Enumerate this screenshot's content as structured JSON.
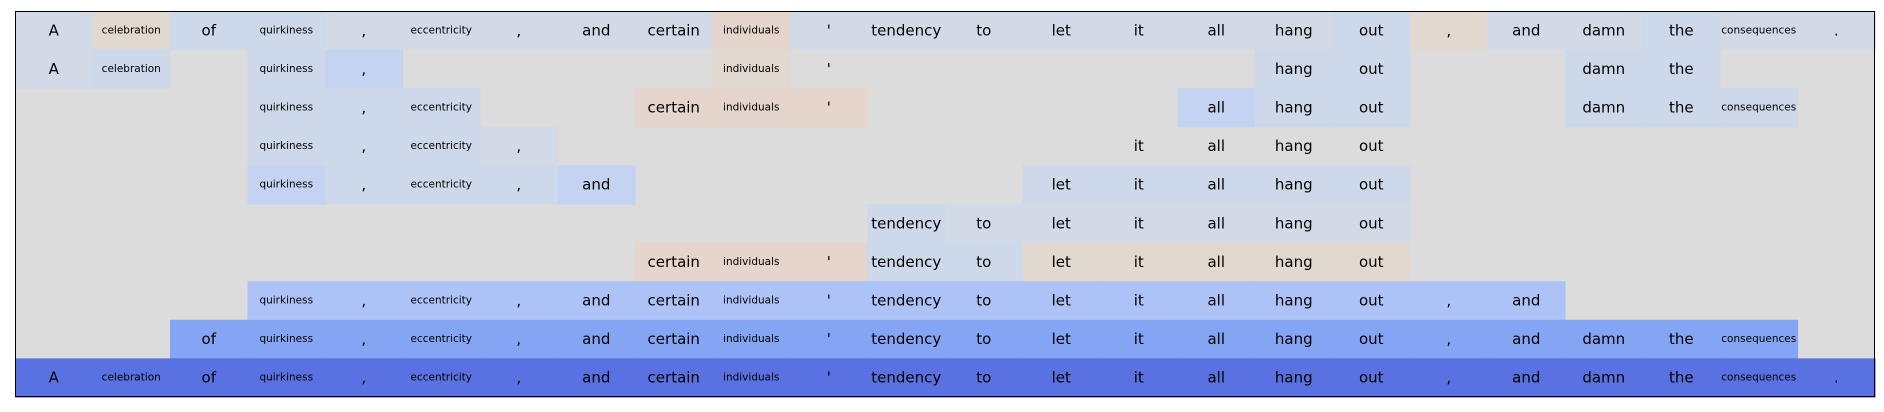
{
  "chart_data": {
    "type": "heatmap",
    "title": "",
    "xlabel": "",
    "ylabel": "",
    "grid": false,
    "tokens": [
      "A",
      "celebration",
      "of",
      "quirkiness",
      ",",
      "eccentricity",
      ",",
      "and",
      "certain",
      "individuals",
      "'",
      "tendency",
      "to",
      "let",
      "it",
      "all",
      "hang",
      "out",
      ",",
      "and",
      "damn",
      "the",
      "consequences",
      "."
    ],
    "small_tokens": [
      "celebration",
      "quirkiness",
      "eccentricity",
      "individuals",
      "consequences"
    ],
    "background_color": "#dcdcdc",
    "colors": {
      "n": "#dcdcdc",
      "t": "#e1d8d0",
      "p": "#e5d5cc",
      "g": "#d3dae7",
      "s": "#cdd8ea",
      "l": "#c3d3f1",
      "m": "#adc3f7",
      "d": "#84a4f4",
      "x": "#5a72e1"
    },
    "rows": [
      {
        "tokens": [
          "A",
          "celebration",
          "of",
          "quirkiness",
          ",",
          "eccentricity",
          ",",
          "and",
          "certain",
          "individuals",
          "'",
          "tendency",
          "to",
          "let",
          "it",
          "all",
          "hang",
          "out",
          ",",
          "and",
          "damn",
          "the",
          "consequences",
          "."
        ],
        "cells": [
          "g",
          "t",
          "s",
          "s",
          "g",
          "g",
          "g",
          "g",
          "g",
          "p",
          "g",
          "g",
          "g",
          "g",
          "g",
          "g",
          "g",
          "s",
          "t",
          "g",
          "g",
          "s",
          "g",
          "g"
        ]
      },
      {
        "tokens": [
          "A",
          "celebration",
          "",
          "quirkiness",
          ",",
          "",
          "",
          "",
          "",
          "individuals",
          "'",
          "",
          "",
          "",
          "",
          "",
          "hang",
          "out",
          "",
          "",
          "damn",
          "the",
          "",
          ""
        ],
        "cells": [
          "g",
          "s",
          "n",
          "s",
          "l",
          "n",
          "n",
          "n",
          "n",
          "t",
          "n",
          "n",
          "n",
          "n",
          "n",
          "n",
          "s",
          "s",
          "n",
          "n",
          "s",
          "s",
          "n",
          "n"
        ]
      },
      {
        "tokens": [
          "",
          "",
          "",
          "quirkiness",
          ",",
          "eccentricity",
          "",
          "",
          "certain",
          "individuals",
          "'",
          "",
          "",
          "",
          "",
          "all",
          "hang",
          "out",
          "",
          "",
          "damn",
          "the",
          "consequences",
          ""
        ],
        "cells": [
          "n",
          "n",
          "n",
          "s",
          "s",
          "s",
          "n",
          "n",
          "p",
          "p",
          "p",
          "n",
          "n",
          "n",
          "n",
          "l",
          "s",
          "s",
          "n",
          "n",
          "s",
          "s",
          "s",
          "n"
        ]
      },
      {
        "tokens": [
          "",
          "",
          "",
          "quirkiness",
          ",",
          "eccentricity",
          ",",
          "",
          "",
          "",
          "",
          "",
          "",
          "",
          "it",
          "all",
          "hang",
          "out",
          "",
          "",
          "",
          "",
          "",
          ""
        ],
        "cells": [
          "n",
          "n",
          "n",
          "s",
          "s",
          "s",
          "g",
          "n",
          "n",
          "n",
          "n",
          "n",
          "n",
          "n",
          "n",
          "n",
          "n",
          "n",
          "n",
          "n",
          "n",
          "n",
          "n",
          "n"
        ]
      },
      {
        "tokens": [
          "",
          "",
          "",
          "quirkiness",
          ",",
          "eccentricity",
          ",",
          "and",
          "",
          "",
          "",
          "",
          "",
          "let",
          "it",
          "all",
          "hang",
          "out",
          "",
          "",
          "",
          "",
          "",
          ""
        ],
        "cells": [
          "n",
          "n",
          "n",
          "l",
          "s",
          "s",
          "s",
          "l",
          "n",
          "n",
          "n",
          "n",
          "n",
          "s",
          "s",
          "s",
          "s",
          "s",
          "n",
          "n",
          "n",
          "n",
          "n",
          "n"
        ]
      },
      {
        "tokens": [
          "",
          "",
          "",
          "",
          "",
          "",
          "",
          "",
          "",
          "",
          "",
          "tendency",
          "to",
          "let",
          "it",
          "all",
          "hang",
          "out",
          "",
          "",
          "",
          "",
          "",
          ""
        ],
        "cells": [
          "n",
          "n",
          "n",
          "n",
          "n",
          "n",
          "n",
          "n",
          "n",
          "n",
          "n",
          "s",
          "g",
          "g",
          "g",
          "g",
          "g",
          "g",
          "n",
          "n",
          "n",
          "n",
          "n",
          "n"
        ]
      },
      {
        "tokens": [
          "",
          "",
          "",
          "",
          "",
          "",
          "",
          "",
          "certain",
          "individuals",
          "'",
          "tendency",
          "to",
          "let",
          "it",
          "all",
          "hang",
          "out",
          "",
          "",
          "",
          "",
          "",
          ""
        ],
        "cells": [
          "n",
          "n",
          "n",
          "n",
          "n",
          "n",
          "n",
          "n",
          "p",
          "p",
          "p",
          "s",
          "s",
          "t",
          "t",
          "t",
          "t",
          "t",
          "n",
          "n",
          "n",
          "n",
          "n",
          "n"
        ]
      },
      {
        "tokens": [
          "",
          "",
          "",
          "quirkiness",
          ",",
          "eccentricity",
          ",",
          "and",
          "certain",
          "individuals",
          "'",
          "tendency",
          "to",
          "let",
          "it",
          "all",
          "hang",
          "out",
          ",",
          "and",
          "",
          "",
          "",
          ""
        ],
        "cells": [
          "n",
          "n",
          "n",
          "m",
          "m",
          "m",
          "m",
          "m",
          "m",
          "m",
          "m",
          "m",
          "m",
          "m",
          "m",
          "m",
          "m",
          "m",
          "m",
          "m",
          "n",
          "n",
          "n",
          "n"
        ]
      },
      {
        "tokens": [
          "",
          "",
          "of",
          "quirkiness",
          ",",
          "eccentricity",
          ",",
          "and",
          "certain",
          "individuals",
          "'",
          "tendency",
          "to",
          "let",
          "it",
          "all",
          "hang",
          "out",
          ",",
          "and",
          "damn",
          "the",
          "consequences",
          ""
        ],
        "cells": [
          "n",
          "n",
          "d",
          "d",
          "d",
          "d",
          "d",
          "d",
          "d",
          "d",
          "d",
          "d",
          "d",
          "d",
          "d",
          "d",
          "d",
          "d",
          "d",
          "d",
          "d",
          "d",
          "d",
          "n"
        ]
      },
      {
        "tokens": [
          "A",
          "celebration",
          "of",
          "quirkiness",
          ",",
          "eccentricity",
          ",",
          "and",
          "certain",
          "individuals",
          "'",
          "tendency",
          "to",
          "let",
          "it",
          "all",
          "hang",
          "out",
          ",",
          "and",
          "damn",
          "the",
          "consequences",
          "."
        ],
        "cells": [
          "x",
          "x",
          "x",
          "x",
          "x",
          "x",
          "x",
          "x",
          "x",
          "x",
          "x",
          "x",
          "x",
          "x",
          "x",
          "x",
          "x",
          "x",
          "x",
          "x",
          "x",
          "x",
          "x",
          "x"
        ]
      }
    ]
  }
}
